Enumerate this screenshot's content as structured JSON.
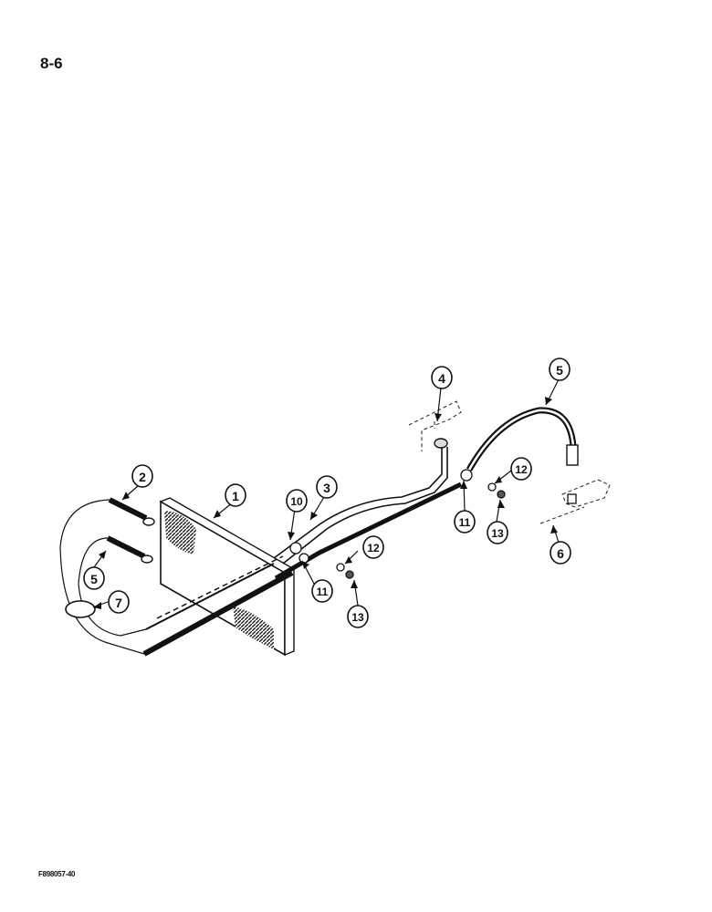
{
  "page_number": "8-6",
  "figure_code": "F898057-40",
  "callouts": {
    "c1": "1",
    "c2": "2",
    "c3": "3",
    "c4": "4",
    "c5a": "5",
    "c5b": "5",
    "c6": "6",
    "c7": "7",
    "c10": "10",
    "c11a": "11",
    "c11b": "11",
    "c12a": "12",
    "c12b": "12",
    "c13a": "13",
    "c13b": "13"
  }
}
